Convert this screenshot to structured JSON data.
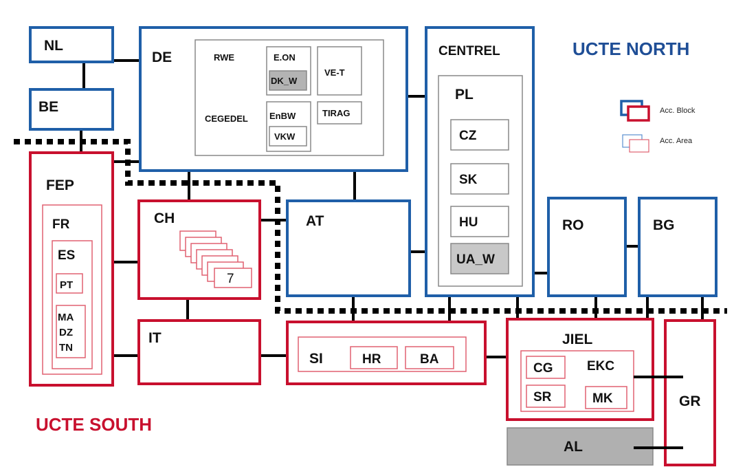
{
  "colors": {
    "north": "#1f5fa8",
    "south": "#c8102e",
    "area_border": "#888888",
    "shaded": "#cccccc",
    "line": "#000000"
  },
  "titles": {
    "north": "UCTE NORTH",
    "south": "UCTE SOUTH"
  },
  "legend": {
    "block": "Acc. Block",
    "area": "Acc. Area"
  },
  "blocks": {
    "nl": "NL",
    "be": "BE",
    "de": "DE",
    "centrel": "CENTREL",
    "fep": "FEP",
    "ch": "CH",
    "at": "AT",
    "ro": "RO",
    "bg": "BG",
    "it": "IT",
    "jiel": "JIEL",
    "gr": "GR",
    "al": "AL"
  },
  "areas": {
    "rwe": "RWE",
    "eon": "E.ON",
    "dk_w": "DK_W",
    "ve_t": "VE-T",
    "cegedel": "CEGEDEL",
    "enbw": "EnBW",
    "vkw": "VKW",
    "tirag": "TIRAG",
    "pl": "PL",
    "cz": "CZ",
    "sk": "SK",
    "hu": "HU",
    "ua_w": "UA_W",
    "fr": "FR",
    "es": "ES",
    "pt": "PT",
    "ma": "MA",
    "dz": "DZ",
    "tn": "TN",
    "ch_stack": "7",
    "si": "SI",
    "hr": "HR",
    "ba": "BA",
    "cg": "CG",
    "ekc": "EKC",
    "sr": "SR",
    "mk": "MK"
  }
}
